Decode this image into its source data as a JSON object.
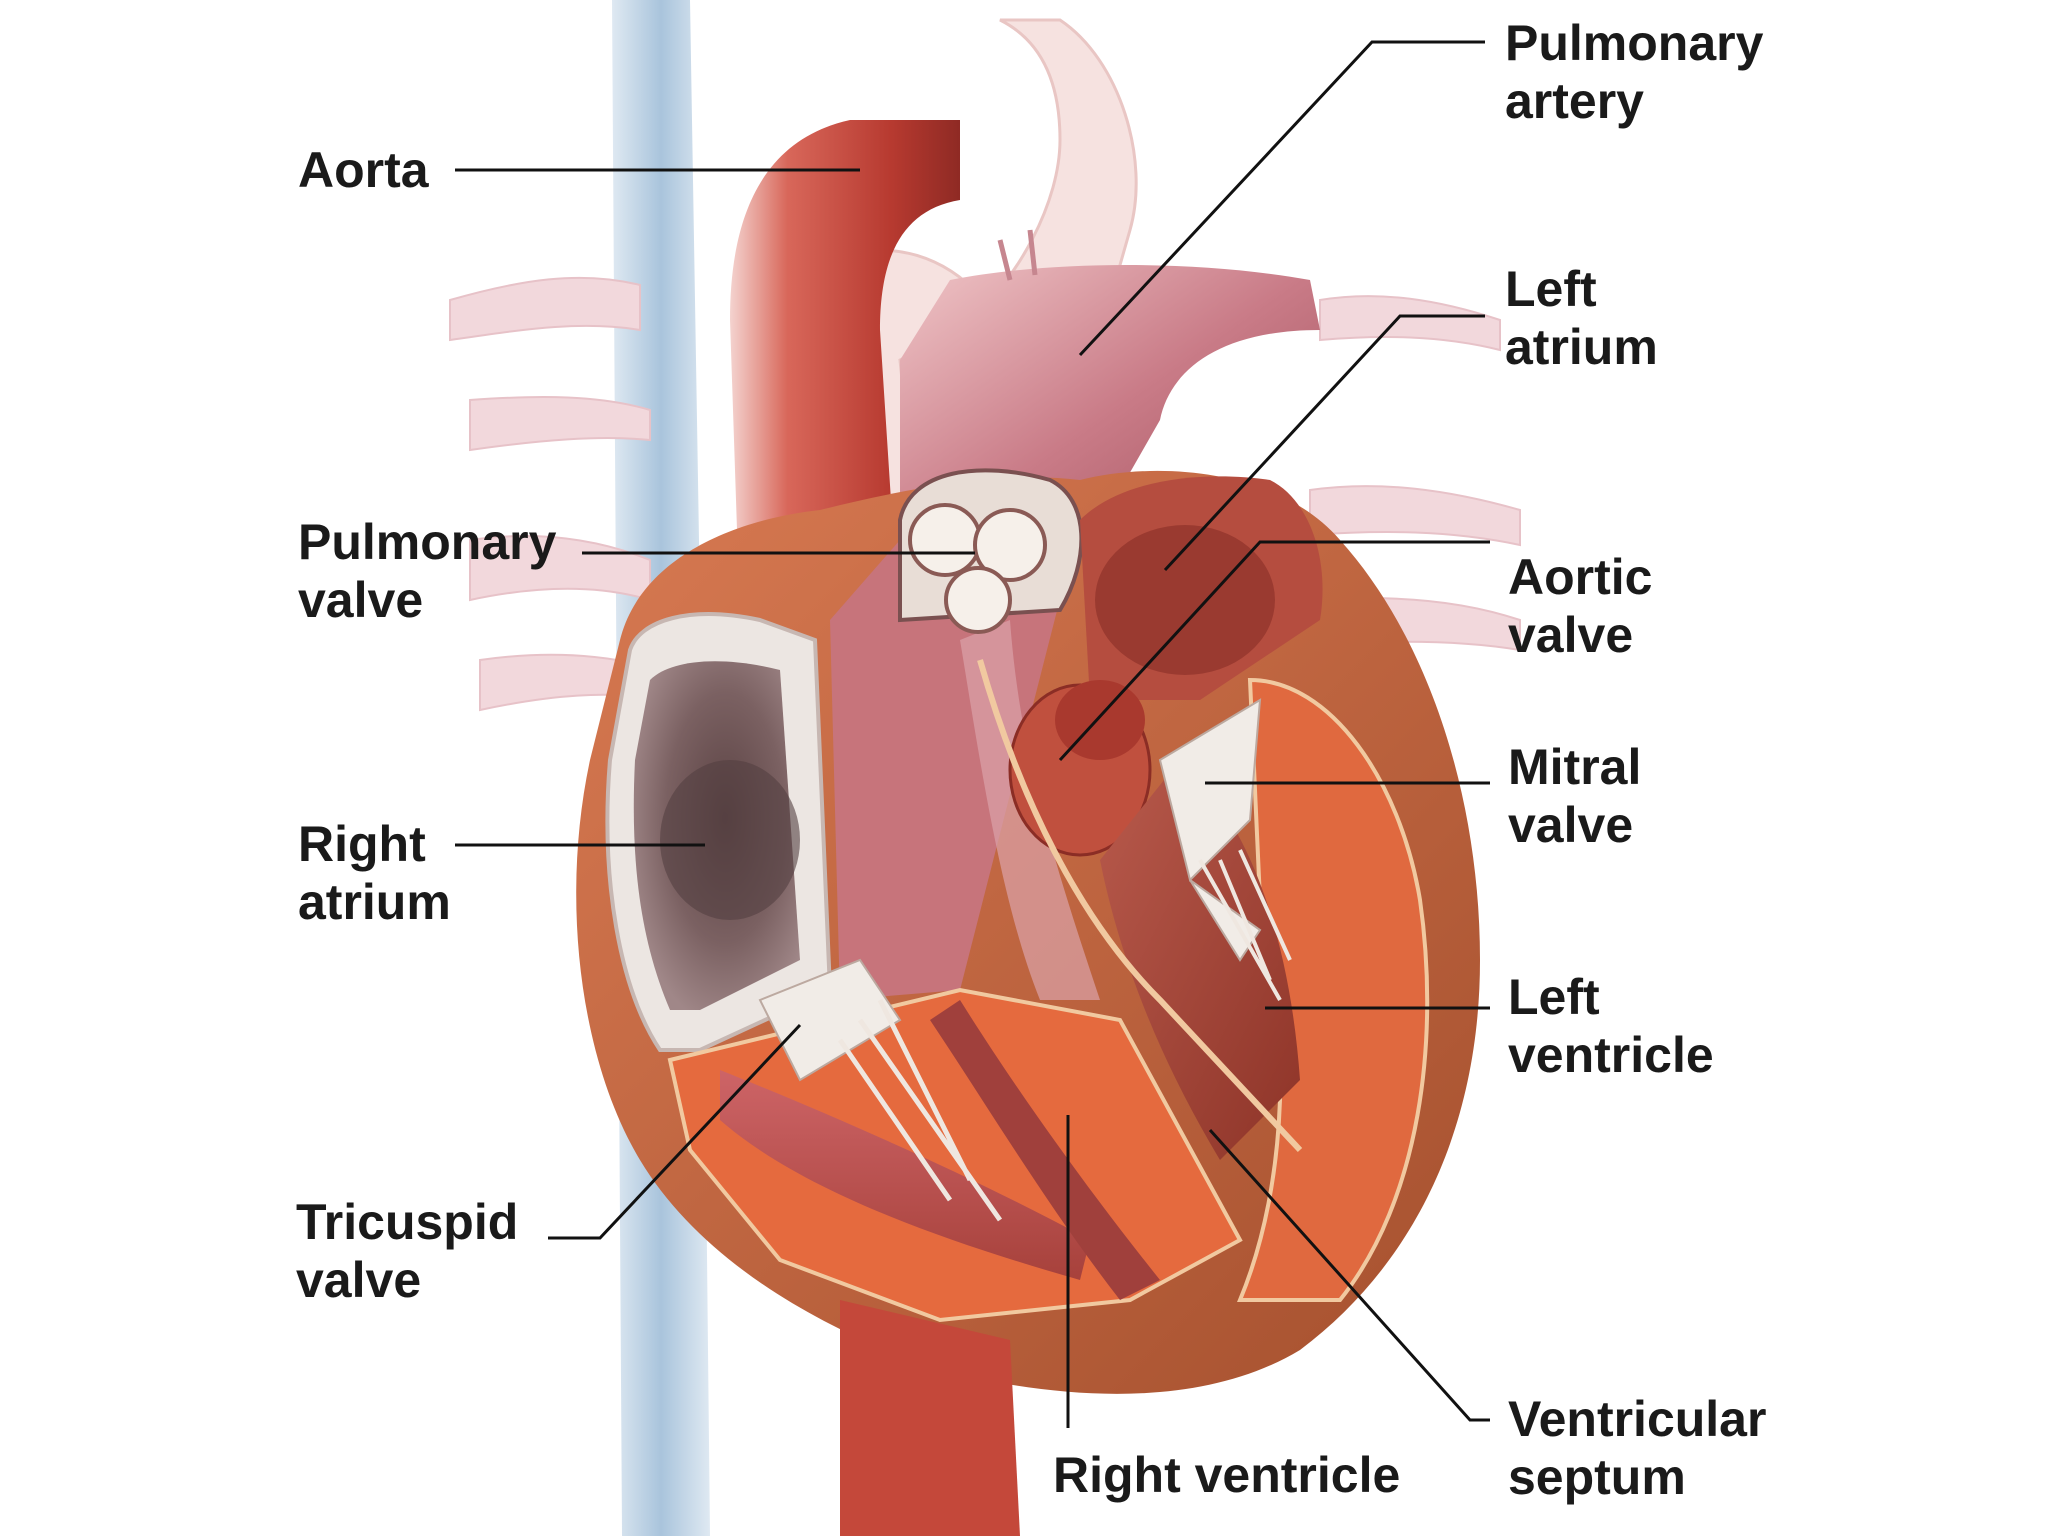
{
  "labels": {
    "aorta": {
      "line1": "Aorta"
    },
    "pulmonary_artery": {
      "line1": "Pulmonary",
      "line2": "artery"
    },
    "left_atrium": {
      "line1": "Left",
      "line2": "atrium"
    },
    "pulmonary_valve": {
      "line1": "Pulmonary",
      "line2": "valve"
    },
    "aortic_valve": {
      "line1": "Aortic",
      "line2": "valve"
    },
    "mitral_valve": {
      "line1": "Mitral",
      "line2": "valve"
    },
    "right_atrium": {
      "line1": "Right",
      "line2": "atrium"
    },
    "left_ventricle": {
      "line1": "Left",
      "line2": "ventricle"
    },
    "tricuspid_valve": {
      "line1": "Tricuspid",
      "line2": "valve"
    },
    "right_ventricle": {
      "line1": "Right ventricle"
    },
    "ventricular_septum": {
      "line1": "Ventricular",
      "line2": "septum"
    }
  },
  "colors": {
    "muscle": "#c8452c",
    "muscle_light": "#e8794f",
    "vessel_red": "#c9504a",
    "vessel_pale": "#e9b3b3",
    "vena_blue": "#b9cfe3",
    "atrium_dark": "#6f5556",
    "valve_white": "#f1ece7",
    "leader": "#111111"
  }
}
